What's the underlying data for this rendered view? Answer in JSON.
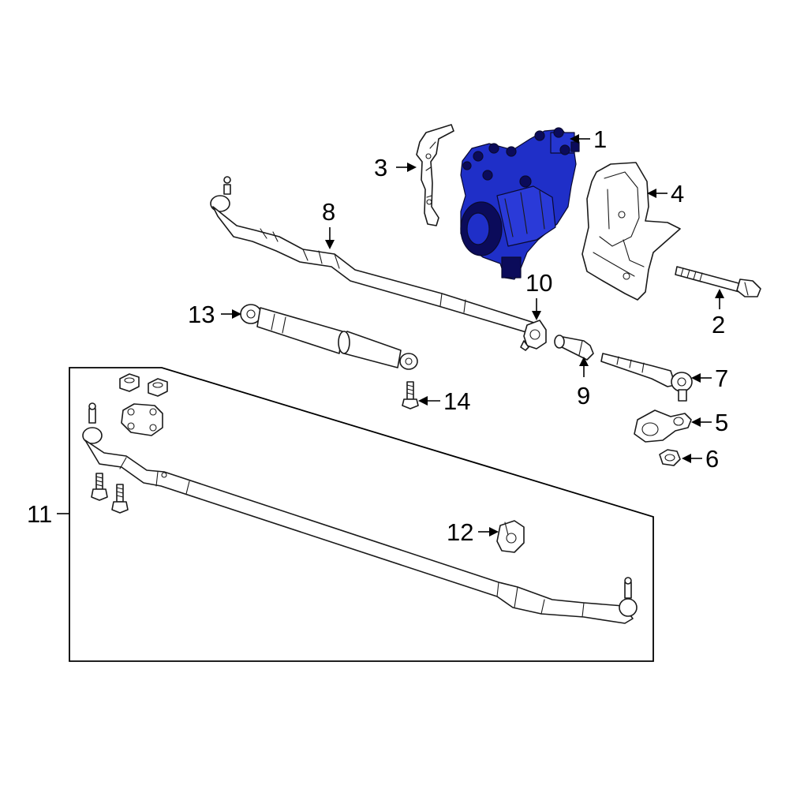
{
  "diagram": {
    "callouts": [
      {
        "id": "1",
        "label": "1"
      },
      {
        "id": "2",
        "label": "2"
      },
      {
        "id": "3",
        "label": "3"
      },
      {
        "id": "4",
        "label": "4"
      },
      {
        "id": "5",
        "label": "5"
      },
      {
        "id": "6",
        "label": "6"
      },
      {
        "id": "7",
        "label": "7"
      },
      {
        "id": "8",
        "label": "8"
      },
      {
        "id": "9",
        "label": "9"
      },
      {
        "id": "10",
        "label": "10"
      },
      {
        "id": "11",
        "label": "11"
      },
      {
        "id": "12",
        "label": "12"
      },
      {
        "id": "13",
        "label": "13"
      },
      {
        "id": "14",
        "label": "14"
      }
    ],
    "highlighted_part": "1",
    "colors": {
      "highlight": "#1f2fc8",
      "highlight_shade": "#0b0b5a",
      "outline": "#1a1a1a",
      "background": "#ffffff"
    }
  }
}
